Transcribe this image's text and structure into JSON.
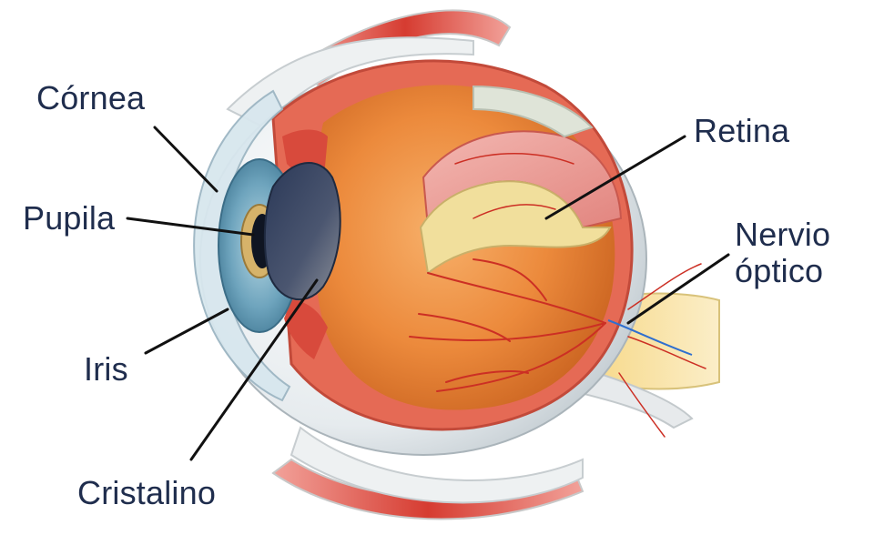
{
  "labels": {
    "cornea": "Córnea",
    "pupila": "Pupila",
    "iris": "Iris",
    "cristalino": "Cristalino",
    "retina": "Retina",
    "nervio_line1": "Nervio",
    "nervio_line2": "óptico"
  },
  "colors": {
    "label_text": "#1f2d4d",
    "leader_line": "#111111",
    "sclera": "#e8ecef",
    "vitreous": "#e98a3a",
    "muscle": "#d9453a",
    "retina": "#e9a0a0",
    "choroid": "#f0e0a8",
    "iris": "#7fb3c9",
    "lens": "#3a4a6a",
    "vessels": "#d2362b",
    "nerve": "#f5e3a6"
  }
}
